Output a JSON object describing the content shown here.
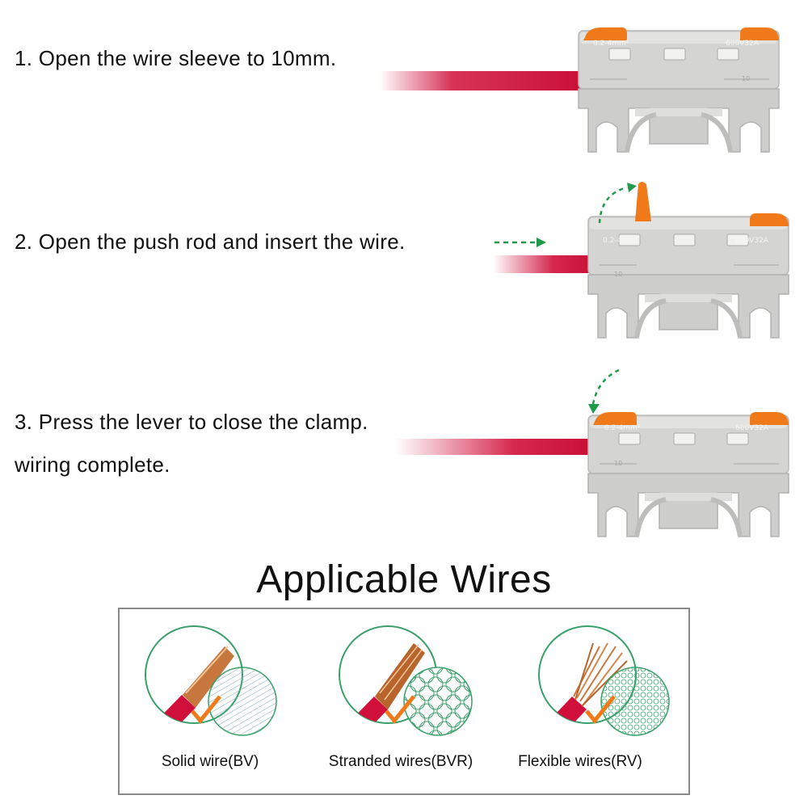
{
  "steps": [
    {
      "text": "1. Open the wire sleeve to 10mm."
    },
    {
      "text": "2. Open the push rod and insert the wire."
    },
    {
      "text": "3. Press the lever to close the clamp."
    },
    {
      "text": "wiring complete."
    }
  ],
  "heading": "Applicable Wires",
  "wire_types": [
    {
      "label": "Solid wire(BV)"
    },
    {
      "label": "Stranded wires(BVR)"
    },
    {
      "label": "Flexible wires(RV)"
    }
  ],
  "connector": {
    "rating_left": "0.2-4mm²",
    "rating_right": "600V32A",
    "strip_mark": "10"
  },
  "colors": {
    "wire_red": "#d0103a",
    "lever_orange": "#f07a1a",
    "housing_gray": "#cfcfcd",
    "arrow_green": "#1f9a4a",
    "copper": "#c7763e",
    "pattern_green": "#3aa06a"
  },
  "icons": {
    "check": "orange-check-icon",
    "arrow": "dashed-arrow-icon"
  }
}
